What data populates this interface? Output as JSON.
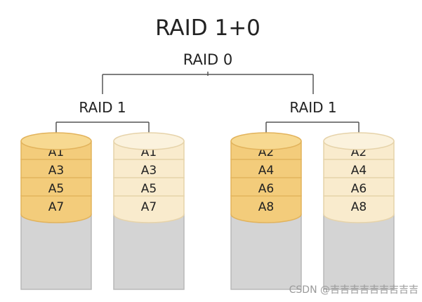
{
  "diagram": {
    "title": "RAID 1+0",
    "raid0_label": "RAID 0",
    "groups": [
      {
        "label": "RAID 1",
        "disks": [
          {
            "blocks": [
              "A1",
              "A3",
              "A5",
              "A7"
            ],
            "fill": "#f3cc7b",
            "edge": "#e2b35c",
            "top": "#f7d991"
          },
          {
            "blocks": [
              "A1",
              "A3",
              "A5",
              "A7"
            ],
            "fill": "#f9ebcd",
            "edge": "#e6d3aa",
            "top": "#fbf2dd"
          }
        ]
      },
      {
        "label": "RAID 1",
        "disks": [
          {
            "blocks": [
              "A2",
              "A4",
              "A6",
              "A8"
            ],
            "fill": "#f3cc7b",
            "edge": "#e2b35c",
            "top": "#f7d991"
          },
          {
            "blocks": [
              "A2",
              "A4",
              "A6",
              "A8"
            ],
            "fill": "#f9ebcd",
            "edge": "#e6d3aa",
            "top": "#fbf2dd"
          }
        ]
      }
    ],
    "colors": {
      "empty_body": "#d4d4d4",
      "empty_edge": "#b8b8b8",
      "line": "#555555"
    },
    "watermark": "CSDN @吉吉吉吉吉吉吉吉吉"
  }
}
